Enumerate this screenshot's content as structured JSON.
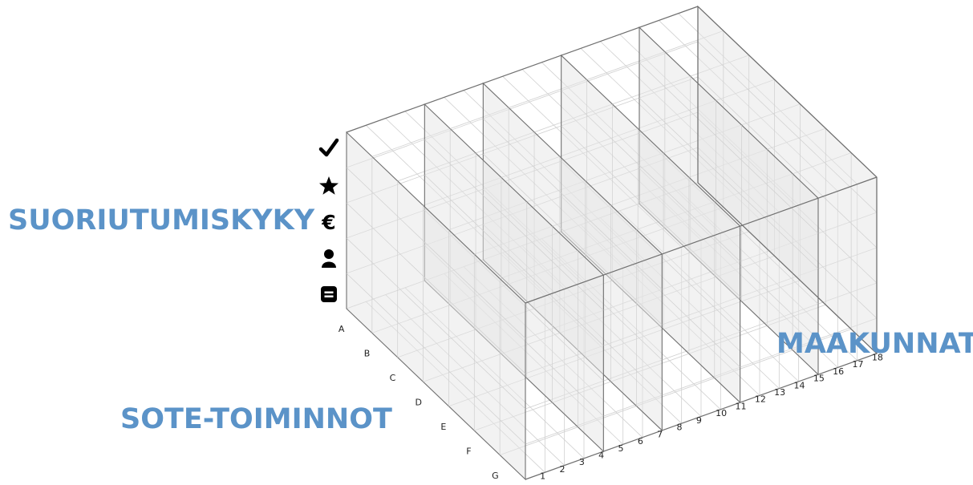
{
  "axes": {
    "performance_label": "SUORIUTUMISKYKY",
    "regions_label": "MAAKUNNAT",
    "functions_label": "SOTE-TOIMINNOT"
  },
  "function_ticks": [
    "A",
    "B",
    "C",
    "D",
    "E",
    "F",
    "G"
  ],
  "region_ticks": [
    "1",
    "2",
    "3",
    "4",
    "5",
    "6",
    "7",
    "8",
    "9",
    "10",
    "11",
    "12",
    "13",
    "14",
    "15",
    "16",
    "17",
    "18"
  ],
  "performance_icons": [
    "check-icon",
    "star-icon",
    "euro-icon",
    "person-icon",
    "document-icon"
  ],
  "colors": {
    "label_blue": "#5b93c8",
    "grid": "#d0d0d0",
    "edge": "#707070",
    "icon": "#000000"
  }
}
